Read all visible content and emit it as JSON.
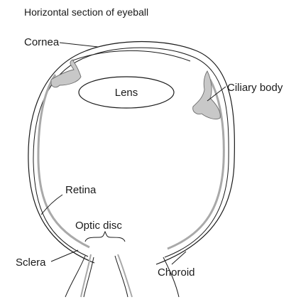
{
  "title": "Horizontal section of eyeball",
  "labels": {
    "cornea": "Cornea",
    "lens": "Lens",
    "ciliary_body": "Ciliary body",
    "retina": "Retina",
    "optic_disc": "Optic disc",
    "sclera": "Sclera",
    "choroid": "Choroid"
  }
}
